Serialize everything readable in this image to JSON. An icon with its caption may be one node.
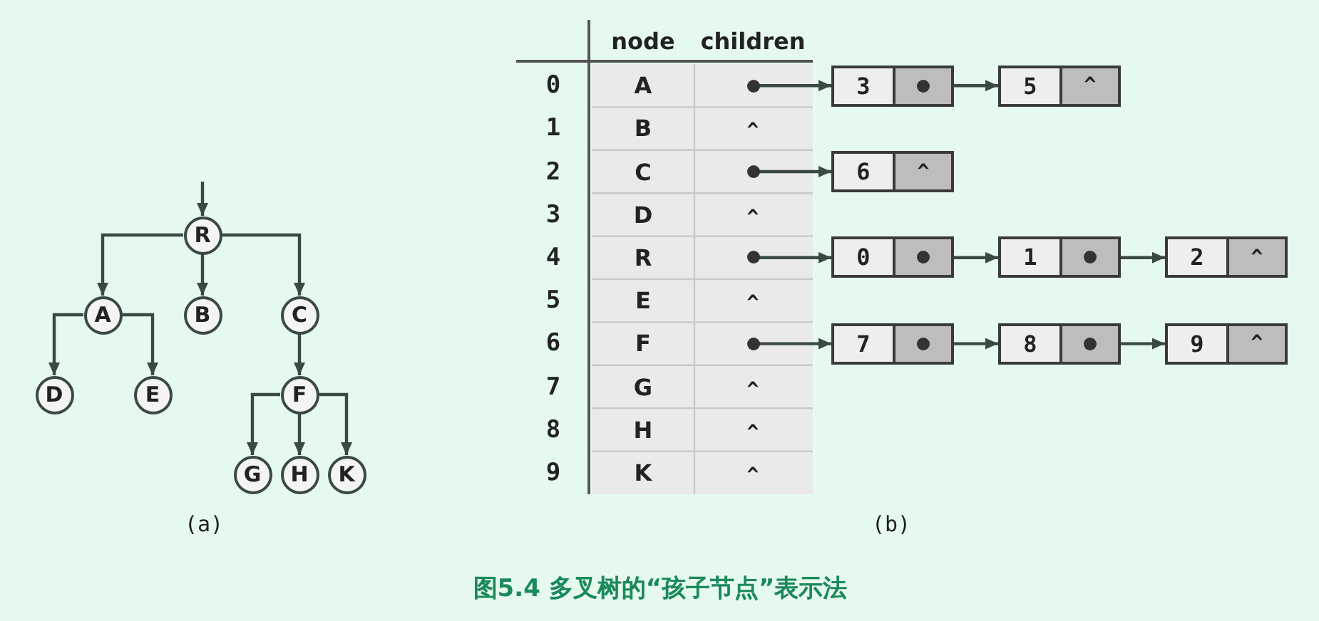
{
  "diagram": {
    "caption": "图5.4 多叉树的“孩子节点”表示法",
    "nodes": [
      {
        "text": [
          "R"
        ]
      },
      {
        "text": [
          "A"
        ]
      },
      {
        "text": [
          "B"
        ]
      },
      {
        "text": [
          "C"
        ]
      },
      {
        "text": [
          "D"
        ]
      },
      {
        "text": [
          "E"
        ]
      },
      {
        "text": [
          "F"
        ]
      },
      {
        "text": [
          "G"
        ]
      },
      {
        "text": [
          "H"
        ]
      },
      {
        "text": [
          "K"
        ]
      },
      {
        "text": [],
        "shape": "circle"
      },
      {
        "text": [
          "3"
        ]
      },
      {
        "text": [],
        "shape": "circle",
        "in": 11
      },
      {
        "text": [
          "5",
          "^"
        ]
      },
      {
        "text": [],
        "shape": "circle"
      },
      {
        "text": [
          "6",
          "^"
        ]
      },
      {
        "text": [],
        "shape": "circle"
      },
      {
        "text": [
          "0"
        ]
      },
      {
        "text": [],
        "shape": "circle",
        "in": 17
      },
      {
        "text": [
          "1"
        ]
      },
      {
        "text": [],
        "shape": "circle",
        "in": 19
      },
      {
        "text": [
          "2",
          "^"
        ]
      },
      {
        "text": [],
        "shape": "circle"
      },
      {
        "text": [
          "7"
        ]
      },
      {
        "text": [],
        "shape": "circle",
        "in": 23
      },
      {
        "text": [
          "8"
        ]
      },
      {
        "text": [],
        "shape": "circle",
        "in": 25
      },
      {
        "text": [
          "9",
          "^"
        ]
      }
    ],
    "edges": [
      {
        "from": null,
        "to": 0,
        "arrow": "to"
      },
      {
        "from": 0,
        "to": 1,
        "arrow": "to"
      },
      {
        "from": 0,
        "to": 2,
        "arrow": "to"
      },
      {
        "from": 0,
        "to": 3,
        "arrow": "to"
      },
      {
        "from": 1,
        "to": 4,
        "arrow": "to"
      },
      {
        "from": 1,
        "to": 5,
        "arrow": "to"
      },
      {
        "from": 3,
        "to": 6,
        "arrow": "to"
      },
      {
        "from": 6,
        "to": 7,
        "arrow": "to"
      },
      {
        "from": 6,
        "to": 8,
        "arrow": "to"
      },
      {
        "from": 6,
        "to": 9,
        "arrow": "to"
      },
      {
        "from": 10,
        "to": 11,
        "arrow": "to"
      },
      {
        "from": 12,
        "to": 13,
        "arrow": "to"
      },
      {
        "from": 14,
        "to": 15,
        "arrow": "to"
      },
      {
        "from": 16,
        "to": 17,
        "arrow": "to"
      },
      {
        "from": 18,
        "to": 19,
        "arrow": "to"
      },
      {
        "from": 20,
        "to": 21,
        "arrow": "to"
      },
      {
        "from": 22,
        "to": 23,
        "arrow": "to"
      },
      {
        "from": 24,
        "to": 25,
        "arrow": "to"
      },
      {
        "from": 26,
        "to": 27,
        "arrow": "to"
      }
    ],
    "labels": [
      "node",
      "children",
      "0",
      "A",
      "1",
      "B",
      "^",
      "2",
      "C",
      "3",
      "D",
      "^",
      "4",
      "R",
      "5",
      "E",
      "^",
      "6",
      "F",
      "7",
      "G",
      "^",
      "8",
      "H",
      "^",
      "9",
      "K",
      "^",
      "(a)",
      "(b)"
    ]
  }
}
